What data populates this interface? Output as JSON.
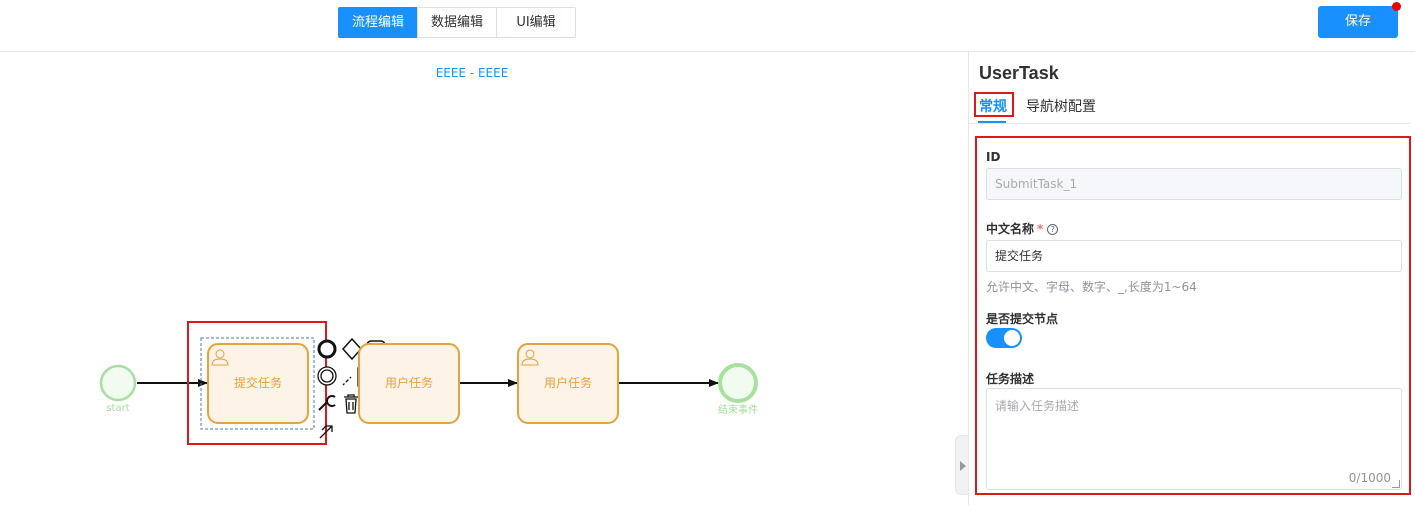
{
  "header": {
    "tabs": [
      {
        "label": "流程编辑",
        "active": true
      },
      {
        "label": "数据编辑",
        "active": false
      },
      {
        "label": "UI编辑",
        "active": false
      }
    ],
    "save_label": "保存"
  },
  "canvas": {
    "title": "EEEE - EEEE",
    "nodes": {
      "start_label": "start",
      "submit_task_label": "提交任务",
      "user_task_1_label": "用户任务",
      "user_task_2_label": "用户任务",
      "end_label": "结束事件"
    }
  },
  "panel": {
    "title": "UserTask",
    "tabs": {
      "general": "常规",
      "nav_config": "导航树配置"
    },
    "fields": {
      "id_label": "ID",
      "id_value": "SubmitTask_1",
      "name_label": "中文名称",
      "name_required": "*",
      "name_value": "提交任务",
      "name_hint": "允许中文、字母、数字、_,长度为1~64",
      "submit_node_label": "是否提交节点",
      "submit_node_on": true,
      "desc_label": "任务描述",
      "desc_placeholder": "请输入任务描述",
      "desc_counter": "0/1000"
    }
  },
  "colors": {
    "accent": "#1890ff",
    "task_fill": "#fdf3e6",
    "task_stroke": "#e6a23c",
    "event_stroke": "#a8e0a0",
    "highlight_red": "#e0181b"
  }
}
